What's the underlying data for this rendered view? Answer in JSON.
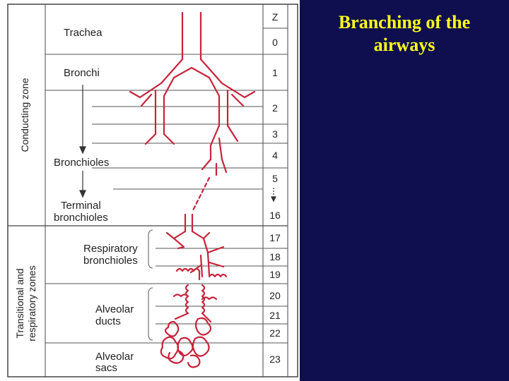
{
  "slide": {
    "title": "Branching of the\nairways"
  },
  "colors": {
    "panel_background": "#0f0f4f",
    "title": "#ffff1a",
    "airway": "#c8233a",
    "lines": "#444444"
  },
  "zones": {
    "conducting": "Conducting zone",
    "respiratory_line1": "Transitional and",
    "respiratory_line2": "respiratory zones"
  },
  "structures": {
    "trachea": "Trachea",
    "bronchi": "Bronchi",
    "bronchioles": "Bronchioles",
    "terminal_line1": "Terminal",
    "terminal_line2": "bronchioles",
    "respiratory_line1": "Respiratory",
    "respiratory_line2": "bronchioles",
    "alveolar_ducts_line1": "Alveolar",
    "alveolar_ducts_line2": "ducts",
    "alveolar_sacs_line1": "Alveolar",
    "alveolar_sacs_line2": "sacs"
  },
  "generation_header": "Z",
  "generations": [
    "0",
    "1",
    "2",
    "3",
    "4",
    "5",
    "16",
    "17",
    "18",
    "19",
    "20",
    "21",
    "22",
    "23"
  ]
}
